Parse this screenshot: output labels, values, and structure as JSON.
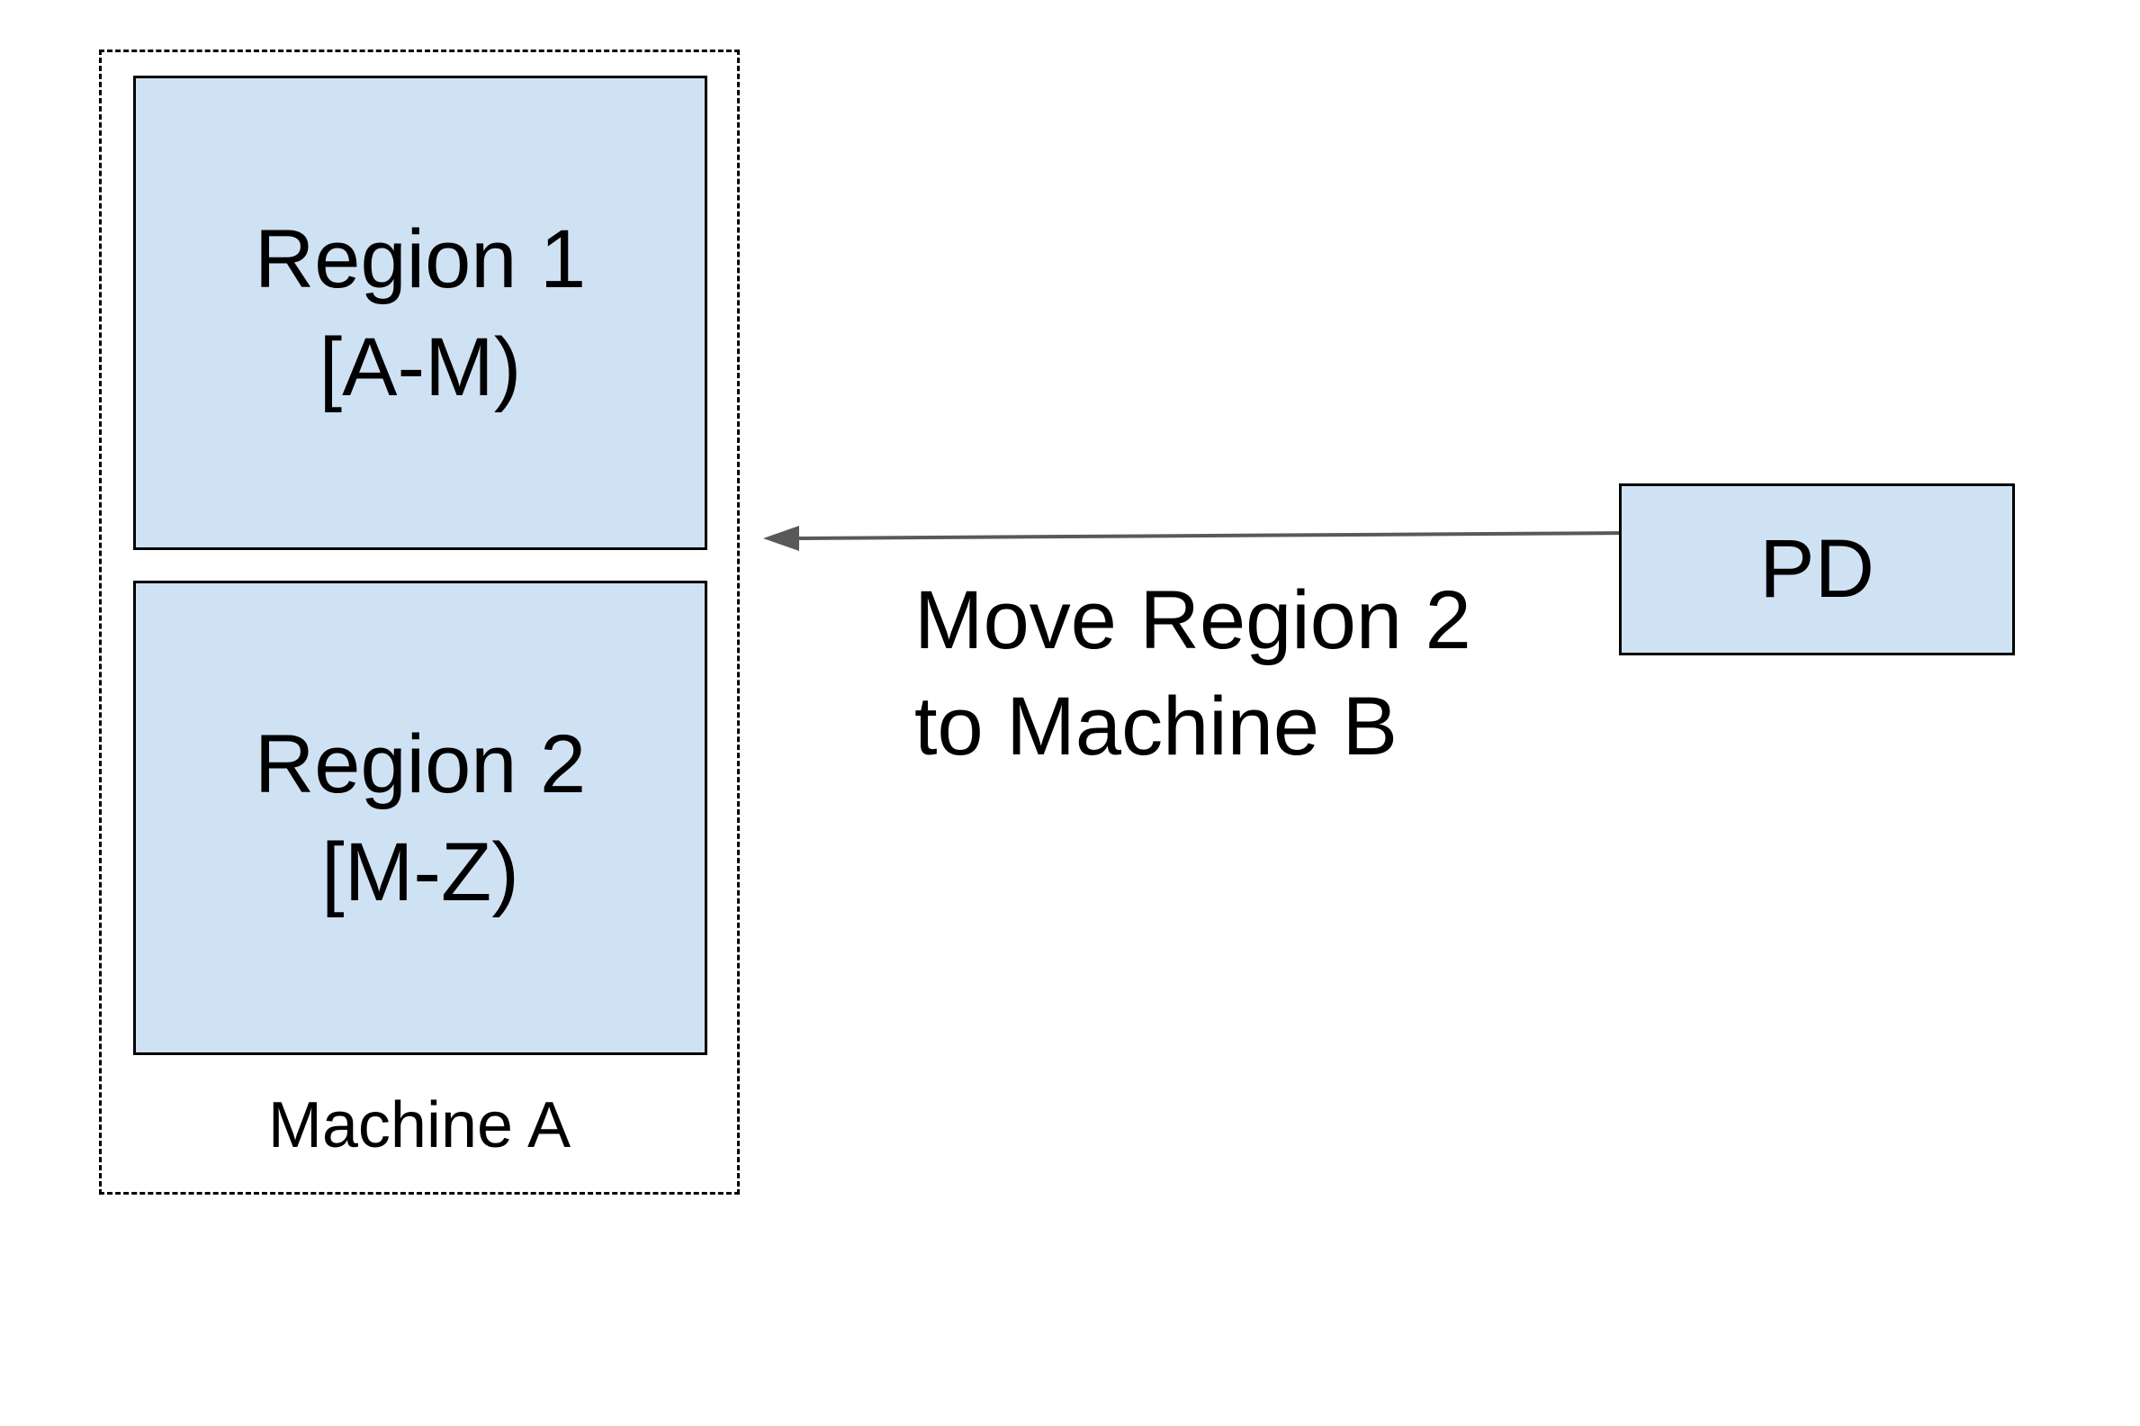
{
  "machine": {
    "label": "Machine A"
  },
  "regions": [
    {
      "name": "Region 1",
      "range": "[A-M)"
    },
    {
      "name": "Region 2",
      "range": "[M-Z)"
    }
  ],
  "pd": {
    "label": "PD"
  },
  "action": {
    "line1": "Move Region 2",
    "line2": "to Machine B"
  },
  "colors": {
    "region_fill": "#cfe2f3",
    "border": "#000000",
    "arrow": "#595959"
  }
}
